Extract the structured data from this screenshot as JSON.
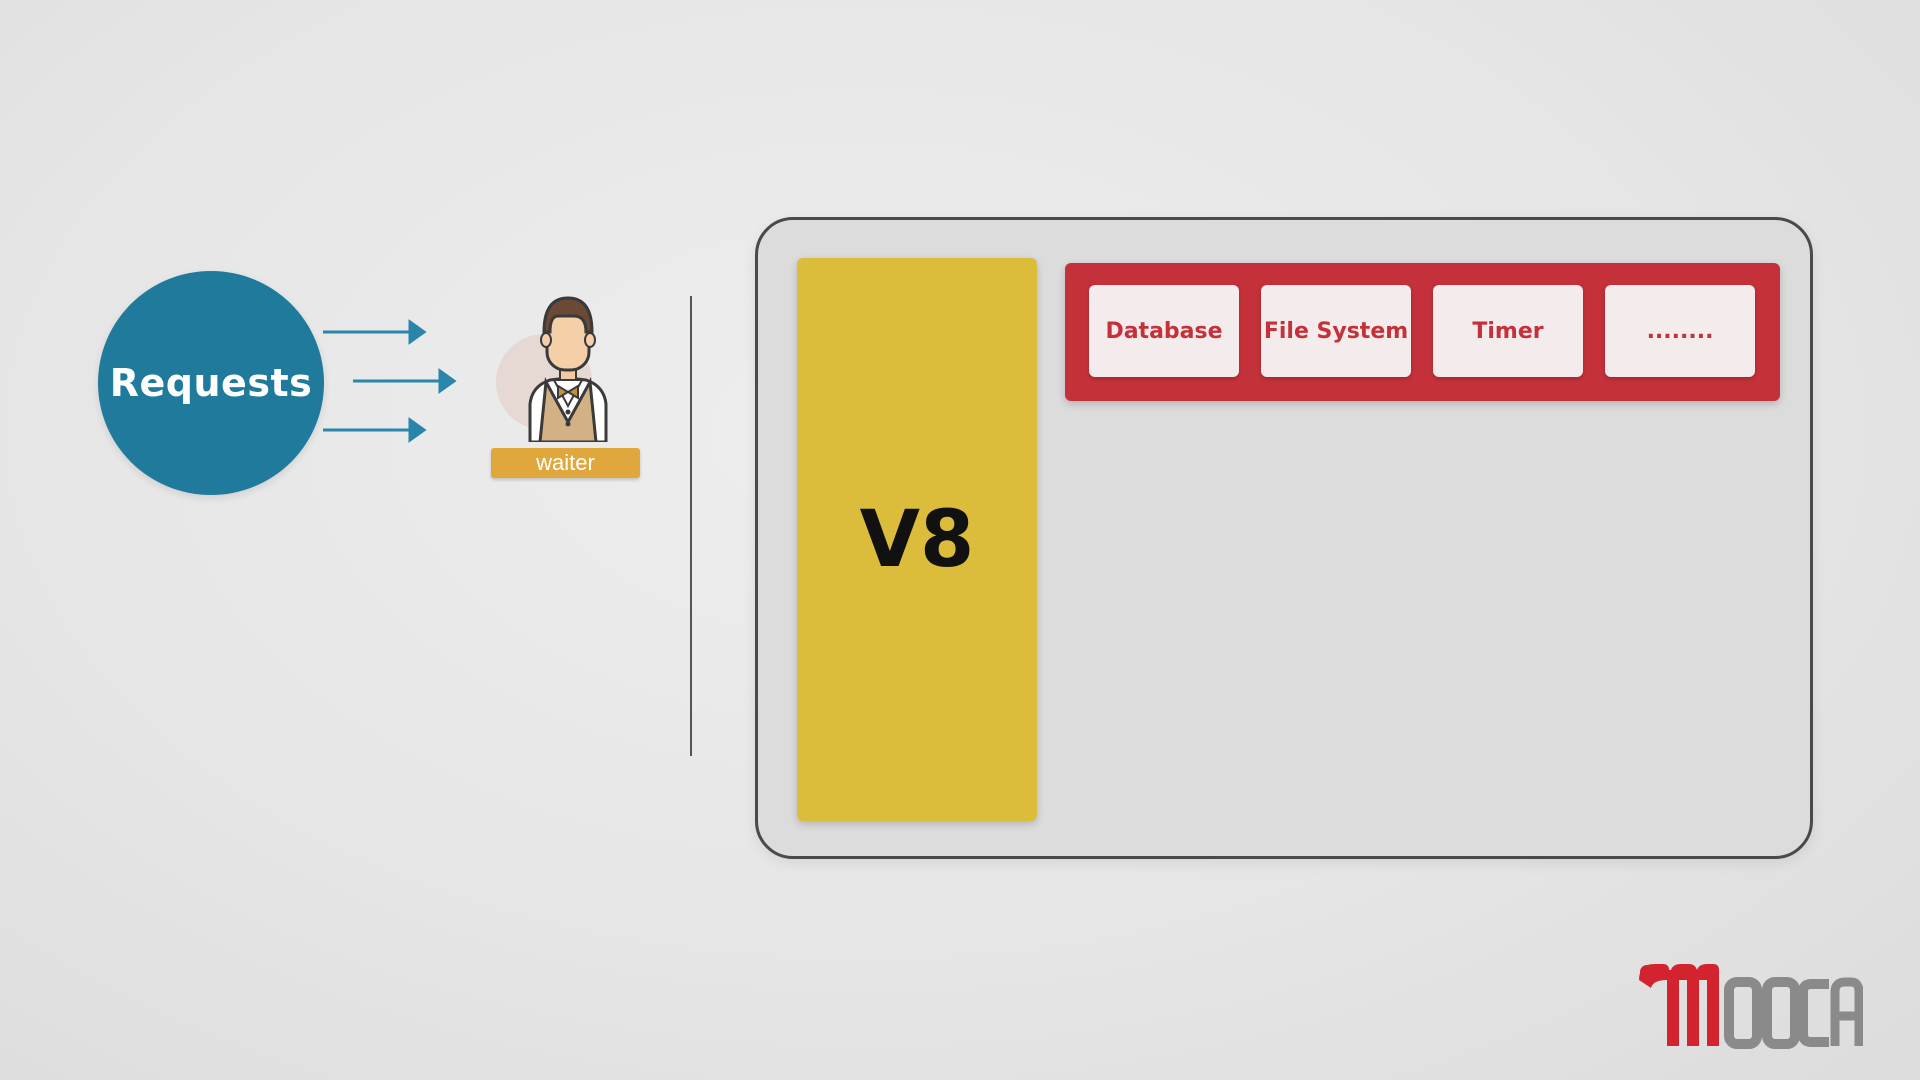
{
  "requests": {
    "label": "Requests"
  },
  "waiter": {
    "label": "waiter"
  },
  "runtime": {
    "engine_label": "V8",
    "apis": [
      "Database",
      "File System",
      "Timer",
      "........"
    ]
  },
  "logo": {
    "text": "MOOCA"
  },
  "colors": {
    "requests_circle": "#1f7a9c",
    "arrows": "#2a85aa",
    "waiter_label": "#e0a83c",
    "v8_block": "#dbbd3b",
    "api_bar": "#c4313a",
    "api_card": "#f4ecec",
    "logo_red": "#d3232f",
    "logo_grey": "#8a8a8a"
  }
}
